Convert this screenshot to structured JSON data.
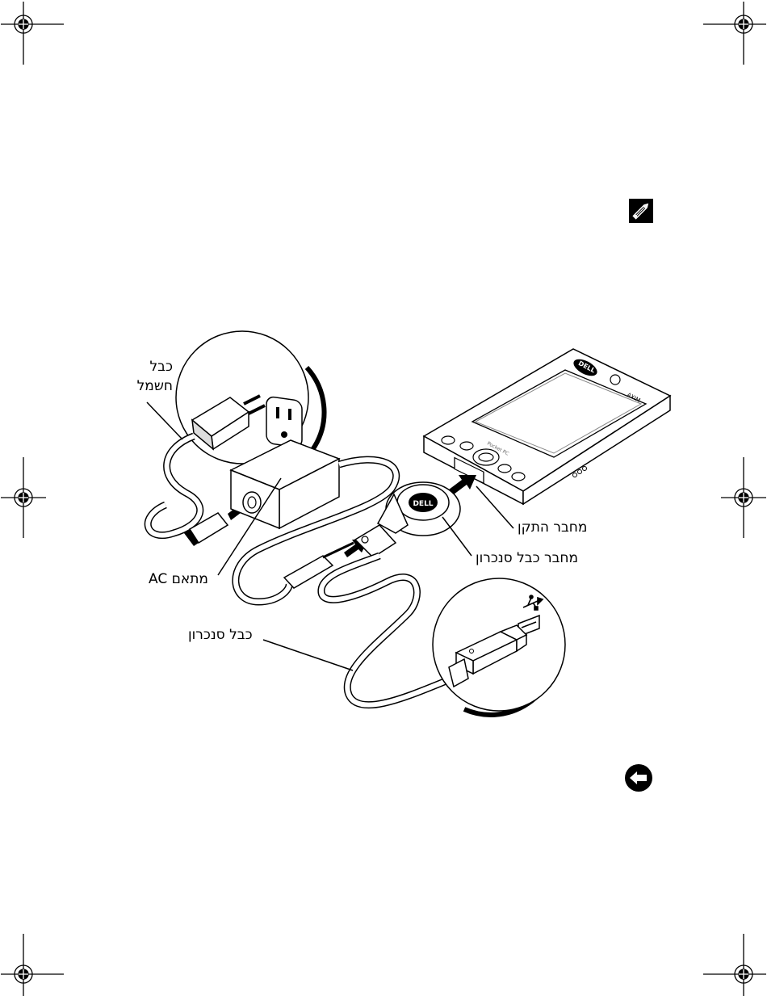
{
  "labels": {
    "power_cable": "כבל חשמל",
    "ac_adapter": "מתאם AC",
    "device_connector": "מחבר התקן",
    "sync_cable_connector": "מחבר כבל סנכרון",
    "sync_cable": "כבל סנכרון"
  },
  "device_screen_text": {
    "brand": "DELL",
    "model": "AXIM",
    "os": "Pocket PC"
  },
  "icons": {
    "note": "note-pencil-icon",
    "notice": "notice-arrow-icon",
    "usb": "usb-icon",
    "registration": "registration-mark-icon"
  },
  "colors": {
    "ink": "#000000",
    "paper": "#ffffff"
  }
}
